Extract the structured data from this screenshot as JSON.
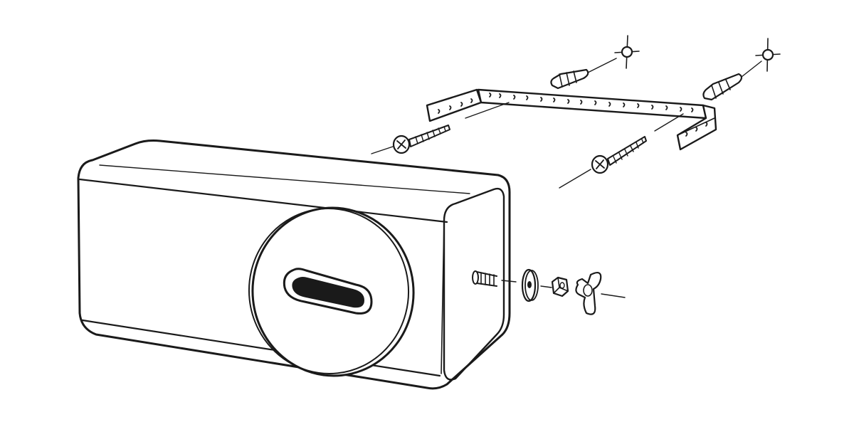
{
  "diagram": {
    "kind": "exploded-assembly-line-drawing",
    "labels": [],
    "components": [
      {
        "name": "speaker-enclosure"
      },
      {
        "name": "front-bass-port"
      },
      {
        "name": "u-mounting-bracket"
      },
      {
        "name": "wall-screw",
        "count": 2
      },
      {
        "name": "wall-plug",
        "count": 2
      },
      {
        "name": "drill-mark",
        "count": 2
      },
      {
        "name": "mounting-bolt"
      },
      {
        "name": "washer"
      },
      {
        "name": "hex-nut"
      },
      {
        "name": "wing-nut"
      }
    ],
    "colors": {
      "ink": "#1a1a1a",
      "paper": "#ffffff"
    }
  }
}
